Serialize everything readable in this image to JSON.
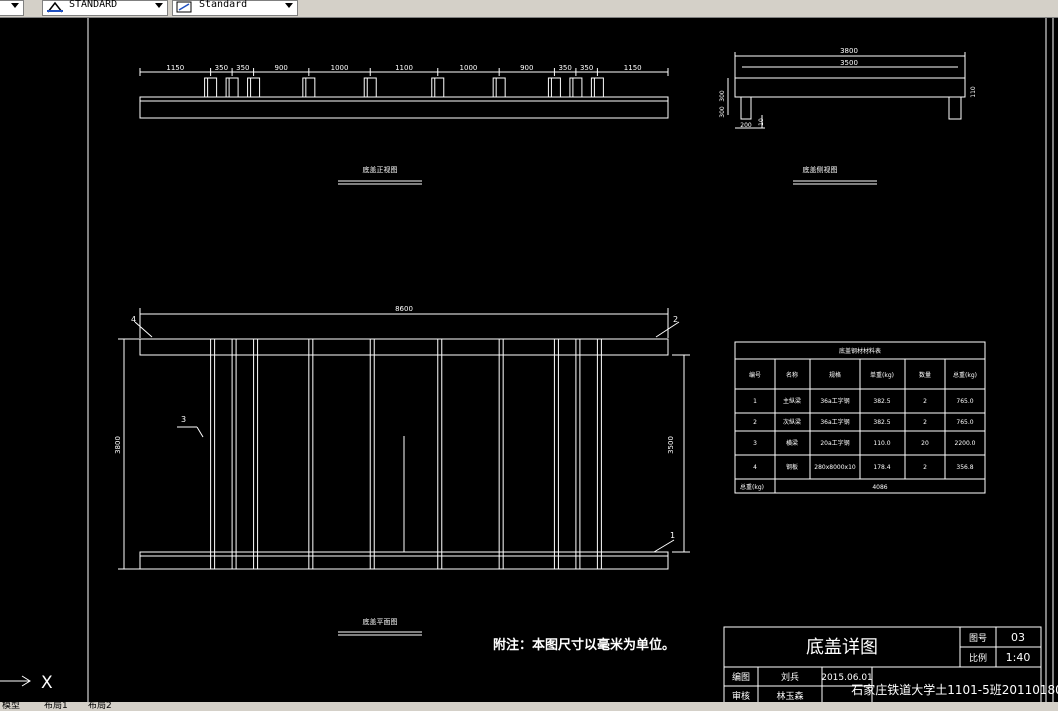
{
  "toolbar": {
    "text_style": "STANDARD",
    "dim_style": "Standard"
  },
  "drawing": {
    "front_view": {
      "title": "底盖正视图",
      "dims": [
        "1150",
        "350",
        "350",
        "900",
        "1000",
        "1100",
        "1000",
        "900",
        "350",
        "350",
        "1150"
      ]
    },
    "side_view": {
      "title": "底盖侧视图",
      "dim_total": "3800",
      "dim_inner": "3500",
      "dim_left": "300",
      "dim_left2": "300",
      "dim_bottom_left": "200",
      "dim_bottom_right": "10",
      "dim_right": "110"
    },
    "plan_view": {
      "title": "底盖平面图",
      "dim_length": "8600",
      "dim_height_left": "3800",
      "dim_height_right": "3500",
      "callouts": [
        "4",
        "2",
        "3",
        "1"
      ]
    },
    "table": {
      "title": "底盖钢材材料表",
      "headers": [
        "编号",
        "名称",
        "规格",
        "单重(kg)",
        "数量",
        "总重(kg)"
      ],
      "rows": [
        [
          "1",
          "主纵梁",
          "36a工字钢",
          "382.5",
          "2",
          "765.0"
        ],
        [
          "2",
          "次纵梁",
          "36a工字钢",
          "382.5",
          "2",
          "765.0"
        ],
        [
          "3",
          "横梁",
          "20a工字钢",
          "110.0",
          "20",
          "2200.0"
        ],
        [
          "4",
          "钢板",
          "280x8000x10",
          "178.4",
          "2",
          "356.8"
        ]
      ],
      "total_label": "总重(kg)",
      "total_value": "4086"
    },
    "note": "附注：本图尺寸以毫米为单位。",
    "title_block": {
      "drawing_name": "底盖详图",
      "label_drawing_no": "图号",
      "drawing_no": "03",
      "label_scale": "比例",
      "scale": "1:40",
      "label_design": "编图",
      "designer": "刘兵",
      "date": "2015.06.01",
      "school": "石家庄铁道大学土1101-5班20110180",
      "label_review": "审核",
      "reviewer": "林玉森"
    }
  },
  "ucs": {
    "x_label": "X"
  },
  "tabs": [
    "模型",
    "布局1",
    "布局2"
  ]
}
